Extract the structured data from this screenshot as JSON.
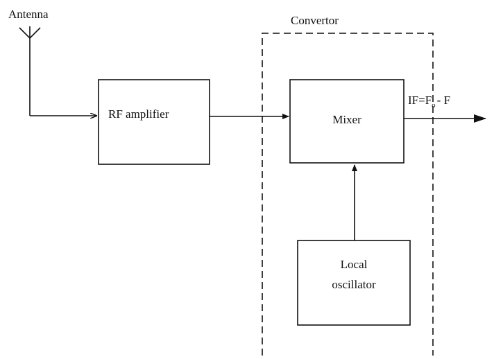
{
  "labels": {
    "antenna": "Antenna",
    "convertor": "Convertor",
    "rf_amplifier": "RF amplifier",
    "mixer": "Mixer",
    "local_line1": "Local",
    "local_line2": "oscillator",
    "if_prefix": "IF=F",
    "if_sub": "o",
    "if_suffix": "- F"
  }
}
